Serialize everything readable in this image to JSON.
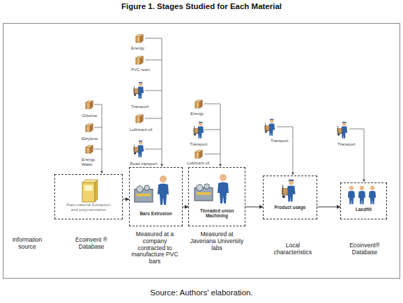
{
  "diagram": {
    "title": "Figure 1. Stages Studied for Each Material",
    "caption": "Source: Authors' elaboration.",
    "nodes": [
      {
        "text": [
          "Raw material Extraction and polymerization"
        ]
      },
      {
        "text": [
          "Bars Extrusion"
        ]
      },
      {
        "text": [
          "Threaded union Machining"
        ]
      },
      {
        "text": [
          "Product usage"
        ]
      },
      {
        "text": [
          "Landfill"
        ]
      }
    ],
    "edges": [
      {
        "from": 0,
        "to": 1,
        "arrow": "to"
      },
      {
        "from": 1,
        "to": 2,
        "arrow": "to"
      },
      {
        "from": 2,
        "to": 3,
        "arrow": "to"
      },
      {
        "from": 3,
        "to": 4,
        "arrow": "to"
      }
    ],
    "labels": [
      "Chlorine",
      "Ethylene",
      "Energy, Water",
      "Energy",
      "PVC resin",
      "Transport",
      "Lubricant oil",
      "Road transport",
      "Energy",
      "Transport",
      "Lubricant oil",
      "Transport",
      "Transport",
      "Information source",
      "Ecoinvent ® Database",
      "Measured at a company contracted to manufacture PVC bars",
      "Measured at Javeriana University labs",
      "Local characteristics",
      "Ecoinvent® Database"
    ]
  }
}
